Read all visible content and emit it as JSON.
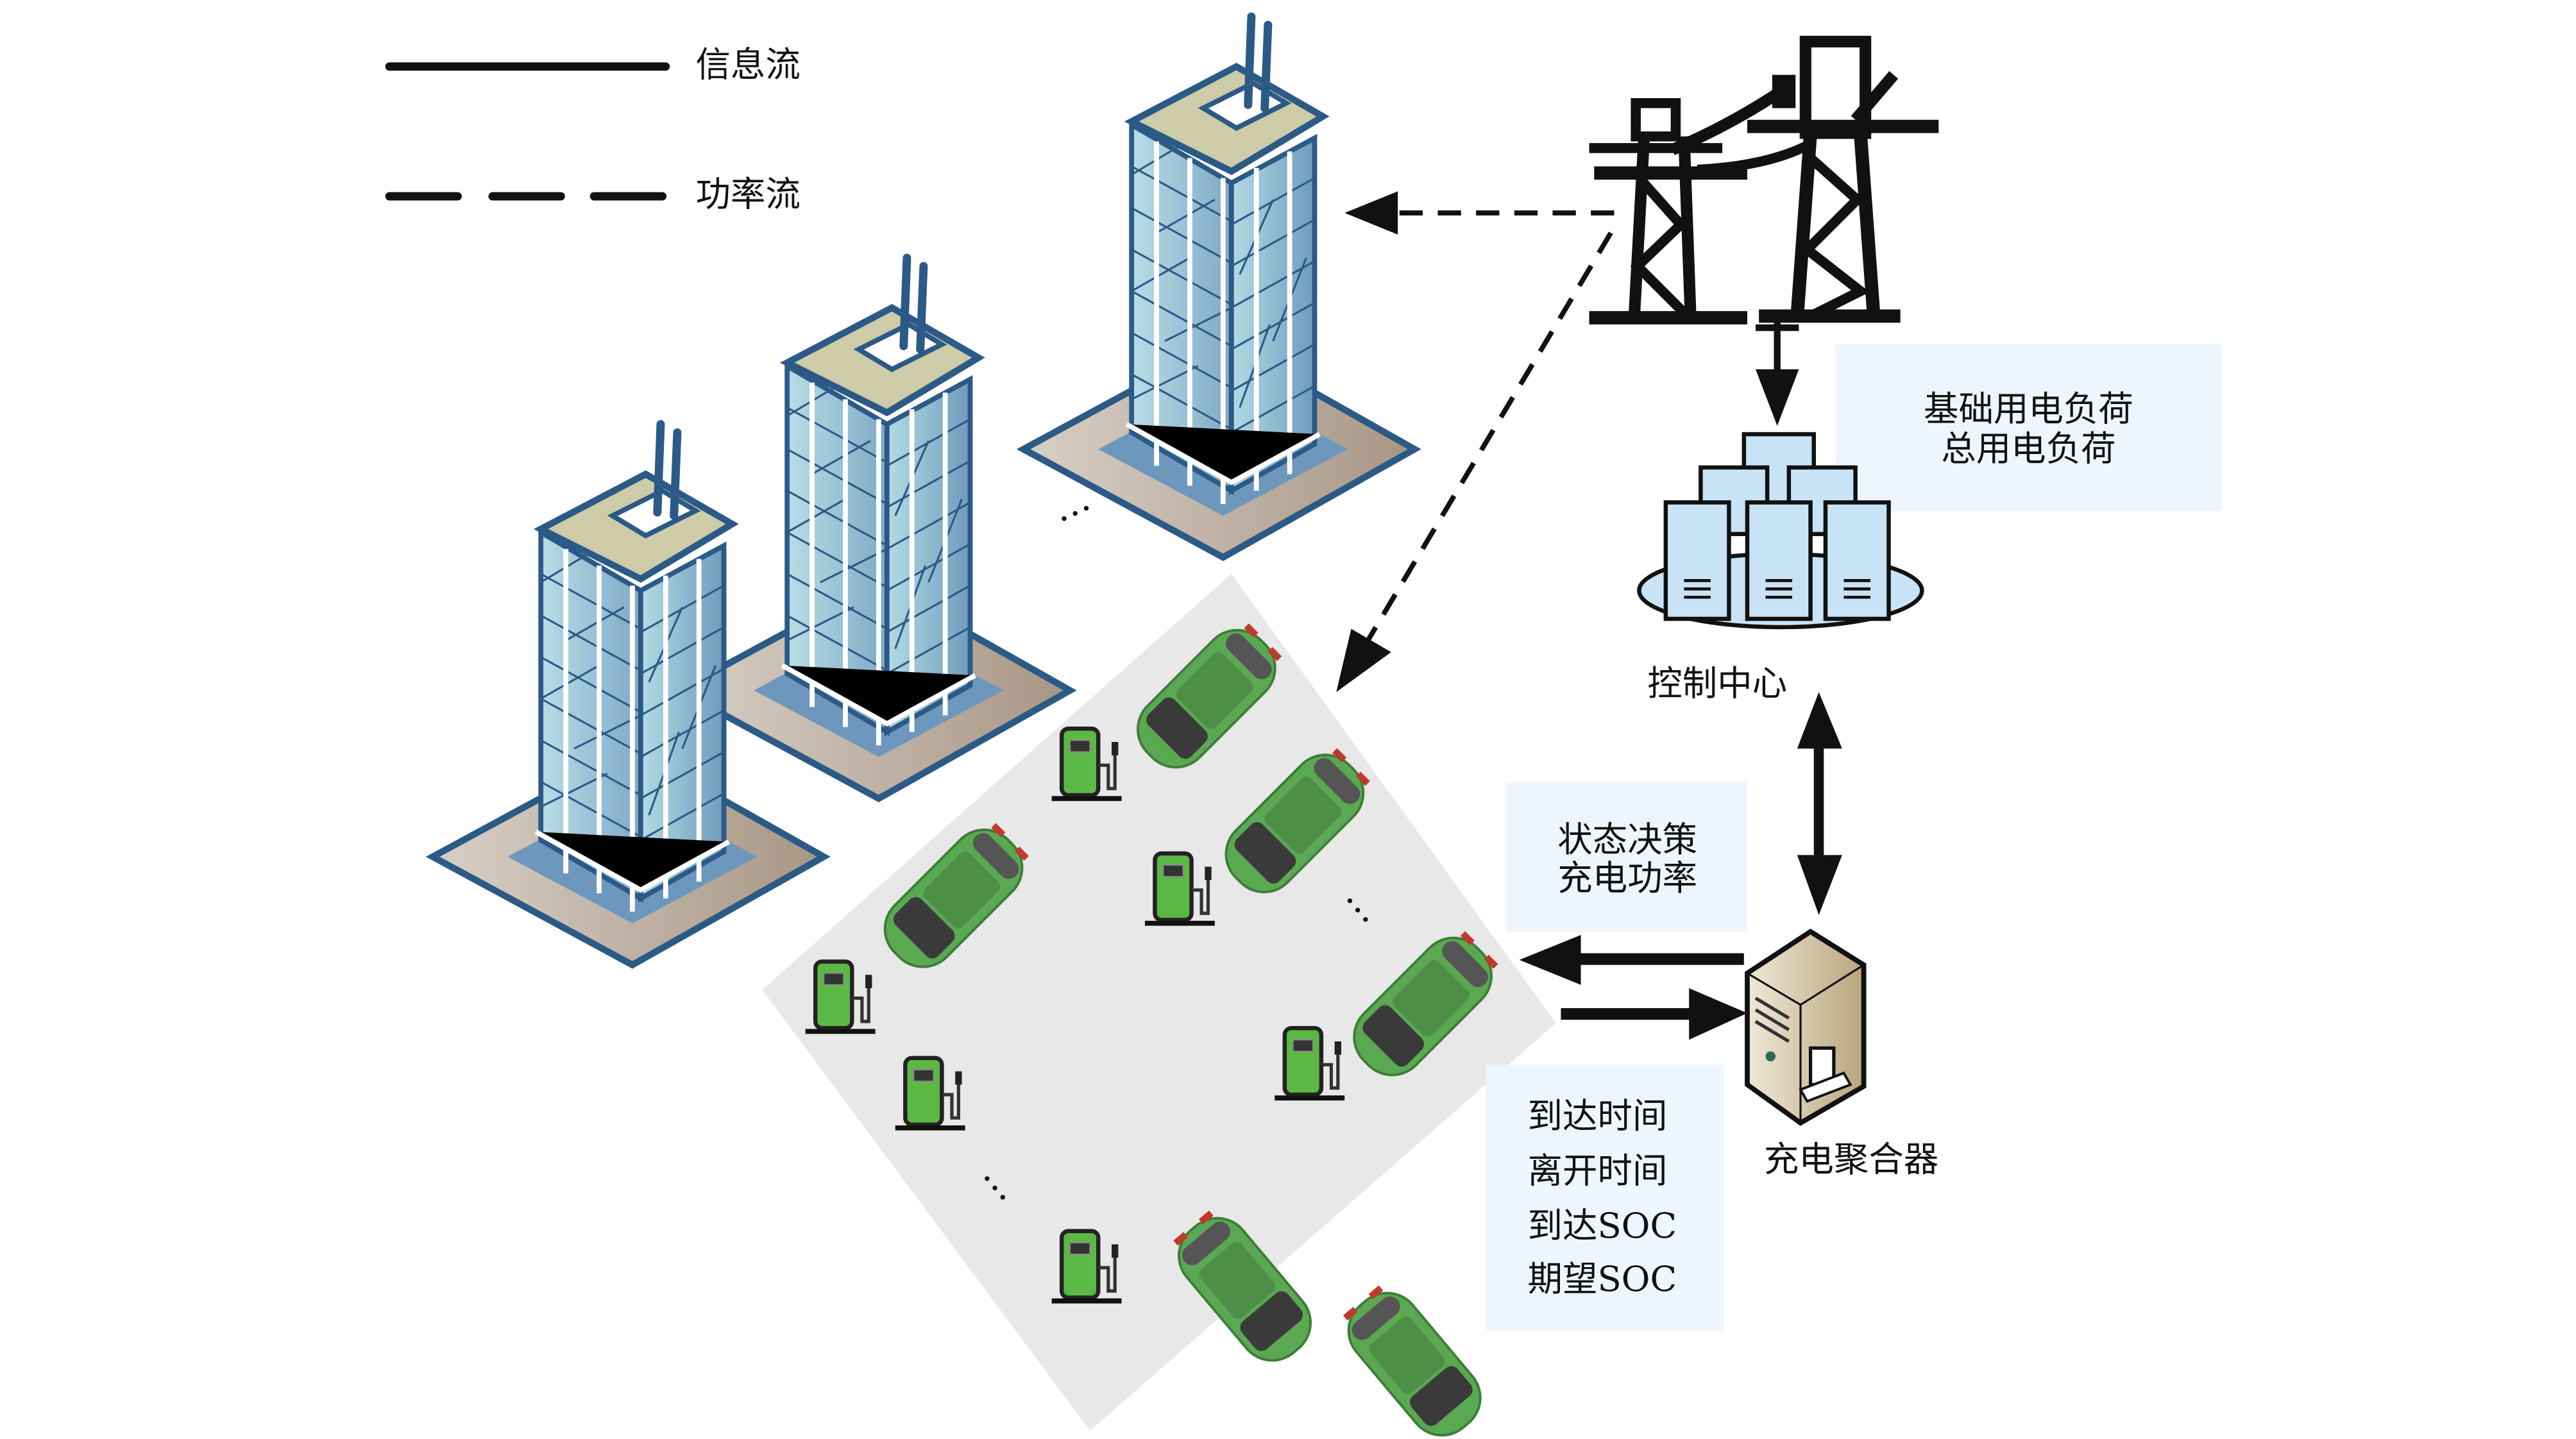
{
  "legend": {
    "info_flow": {
      "label": "信息流",
      "style": "solid"
    },
    "power_flow": {
      "label": "功率流",
      "style": "dashed"
    }
  },
  "nodes": {
    "power_grid": {
      "icon": "transmission-tower-icon"
    },
    "buildings": {
      "icon": "office-building-icon",
      "count_shown": 3,
      "ellipsis": "…"
    },
    "control_center": {
      "label": "控制中心",
      "icon": "server-cluster-icon"
    },
    "aggregator": {
      "label": "充电聚合器",
      "icon": "server-tower-icon"
    },
    "parking_lot": {
      "icon": "ev-charging-lot",
      "chargers_shown": 6,
      "cars_shown": 6,
      "ellipsis": "…"
    }
  },
  "info_boxes": {
    "load_box": {
      "lines": [
        "基础用电负荷",
        "总用电负荷"
      ]
    },
    "decision_box": {
      "lines": [
        "状态决策",
        "充电功率"
      ]
    },
    "ev_info_box": {
      "lines": [
        "到达时间",
        "离开时间",
        "到达SOC",
        "期望SOC"
      ]
    }
  },
  "colors": {
    "building_outline": "#2c5a87",
    "building_glass": "#9cc6d6",
    "building_roof": "#cdcba8",
    "building_base": "#b8a99a",
    "car_green": "#5aa852",
    "charger_green": "#5cb844",
    "lot_gray": "#e8e8e8",
    "box_fill": "#eef5fc",
    "server_blue": "#c8e3f5",
    "aggregator_beige": "#d9cdb0"
  }
}
